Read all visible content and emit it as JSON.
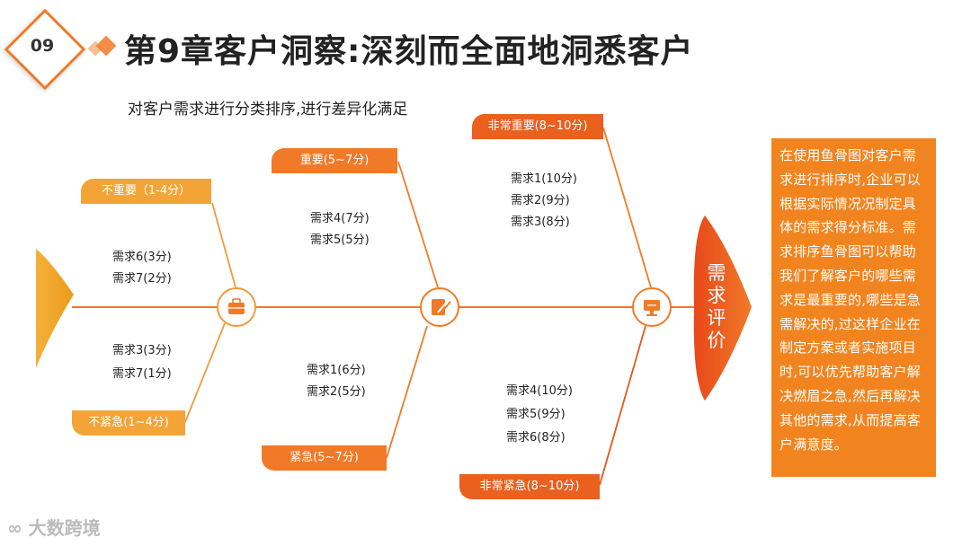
{
  "header": {
    "chapter_number": "09",
    "title": "第9章客户洞察:深刻而全面地洞悉客户",
    "subtitle": "对客户需求进行分类排序,进行差异化满足"
  },
  "diagram": {
    "head_label": "需求评价",
    "branches": [
      {
        "label": "不重要（1-4分）",
        "items": [
          "需求6(3分)",
          "需求7(2分)"
        ]
      },
      {
        "label": "不紧急(1~4分)",
        "items": [
          "需求3(3分)",
          "需求7(1分)"
        ]
      },
      {
        "label": "重要(5~7分)",
        "items": [
          "需求4(7分)",
          "需求5(5分)"
        ]
      },
      {
        "label": "紧急(5~7分)",
        "items": [
          "需求1(6分)",
          "需求2(5分)"
        ]
      },
      {
        "label": "非常重要(8~10分)",
        "items": [
          "需求1(10分)",
          "需求2(9分)",
          "需求3(8分)"
        ]
      },
      {
        "label": "非常紧急(8~10分)",
        "items": [
          "需求4(10分)",
          "需求5(9分)",
          "需求6(8分)"
        ]
      }
    ],
    "icons": [
      "briefcase-icon",
      "edit-icon",
      "monitor-icon"
    ]
  },
  "note": "在使用鱼骨图对客户需求进行排序时,企业可以根据实际情况况制定具体的需求得分标准。需求排序鱼骨图可以帮助我们了解客户的哪些需求是最重要的,哪些是急需解决的,过这样企业在制定方案或者实施项目时,可以优先帮助客户解决燃眉之急,然后再解决其他的需求,从而提高客户满意度。",
  "watermark": "大数跨境",
  "colors": {
    "accent": "#f07a28",
    "box": "#f2841f",
    "head": "#e5571b",
    "tail": "#f0a31e"
  }
}
